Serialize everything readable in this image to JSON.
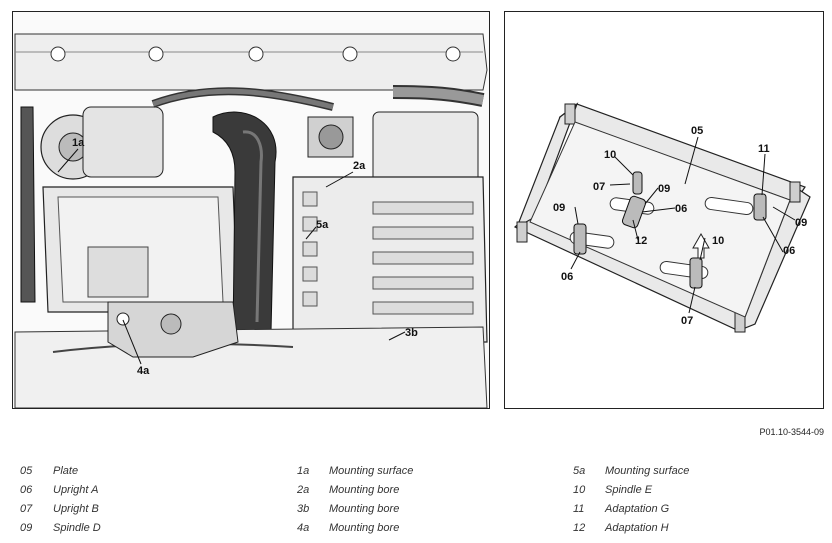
{
  "figure_code": "P01.10-3544-09",
  "left_callouts": [
    "1a",
    "2a",
    "5a",
    "3b",
    "4a"
  ],
  "right_callouts": [
    "05",
    "10",
    "11",
    "07",
    "09",
    "06",
    "09",
    "12",
    "10",
    "06",
    "09",
    "07"
  ],
  "legend": [
    [
      {
        "code": "05",
        "text": "Plate"
      },
      {
        "code": "06",
        "text": "Upright A"
      },
      {
        "code": "07",
        "text": "Upright B"
      },
      {
        "code": "09",
        "text": "Spindle D"
      }
    ],
    [
      {
        "code": "1a",
        "text": "Mounting surface"
      },
      {
        "code": "2a",
        "text": "Mounting bore"
      },
      {
        "code": "3b",
        "text": "Mounting bore"
      },
      {
        "code": "4a",
        "text": "Mounting bore"
      }
    ],
    [
      {
        "code": "5a",
        "text": "Mounting surface"
      },
      {
        "code": "10",
        "text": "Spindle E"
      },
      {
        "code": "11",
        "text": "Adaptation G"
      },
      {
        "code": "12",
        "text": "Adaptation H"
      }
    ]
  ]
}
